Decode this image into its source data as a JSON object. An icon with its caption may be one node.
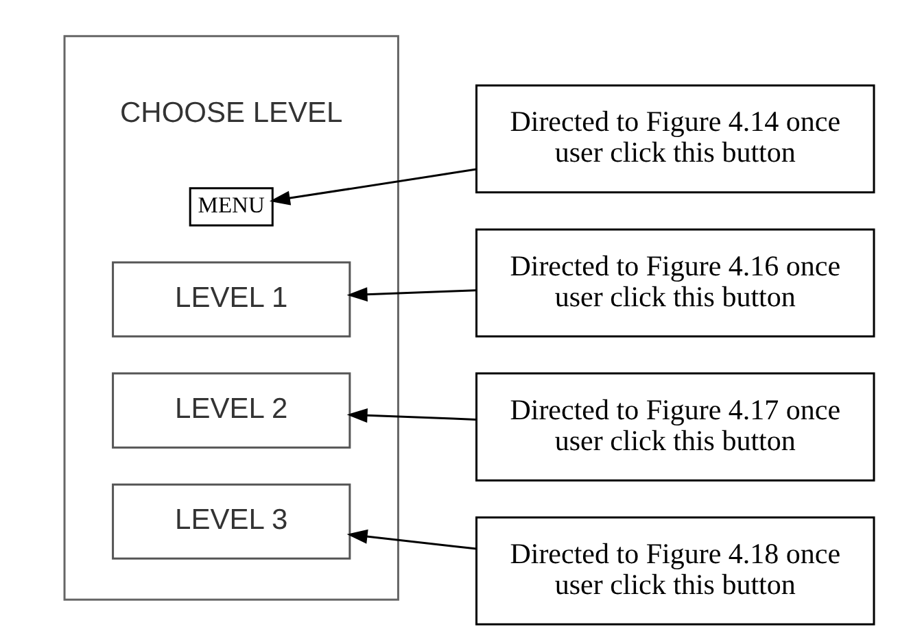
{
  "diagram": {
    "nodes": [
      {
        "text": [],
        "shape": "box"
      },
      {
        "text": [
          "MENU"
        ],
        "in": 0
      },
      {
        "text": [
          "LEVEL 1"
        ],
        "in": 0
      },
      {
        "text": [
          "LEVEL 2"
        ],
        "in": 0
      },
      {
        "text": [
          "LEVEL 3"
        ],
        "in": 0
      },
      {
        "text": [
          "Directed to Figure 4.14 once user click this button"
        ]
      },
      {
        "text": [
          "Directed to Figure 4.16 once user click this button"
        ]
      },
      {
        "text": [
          "Directed to Figure 4.17 once user click this button"
        ]
      },
      {
        "text": [
          "Directed to Figure 4.18 once user click this button"
        ]
      }
    ],
    "edges": [
      {
        "from": 5,
        "to": 1,
        "arrow": "to"
      },
      {
        "from": 6,
        "to": 2,
        "arrow": "to"
      },
      {
        "from": 7,
        "to": 3,
        "arrow": "to"
      },
      {
        "from": 8,
        "to": 4,
        "arrow": "to"
      }
    ],
    "labels": [
      "CHOOSE LEVEL"
    ]
  }
}
